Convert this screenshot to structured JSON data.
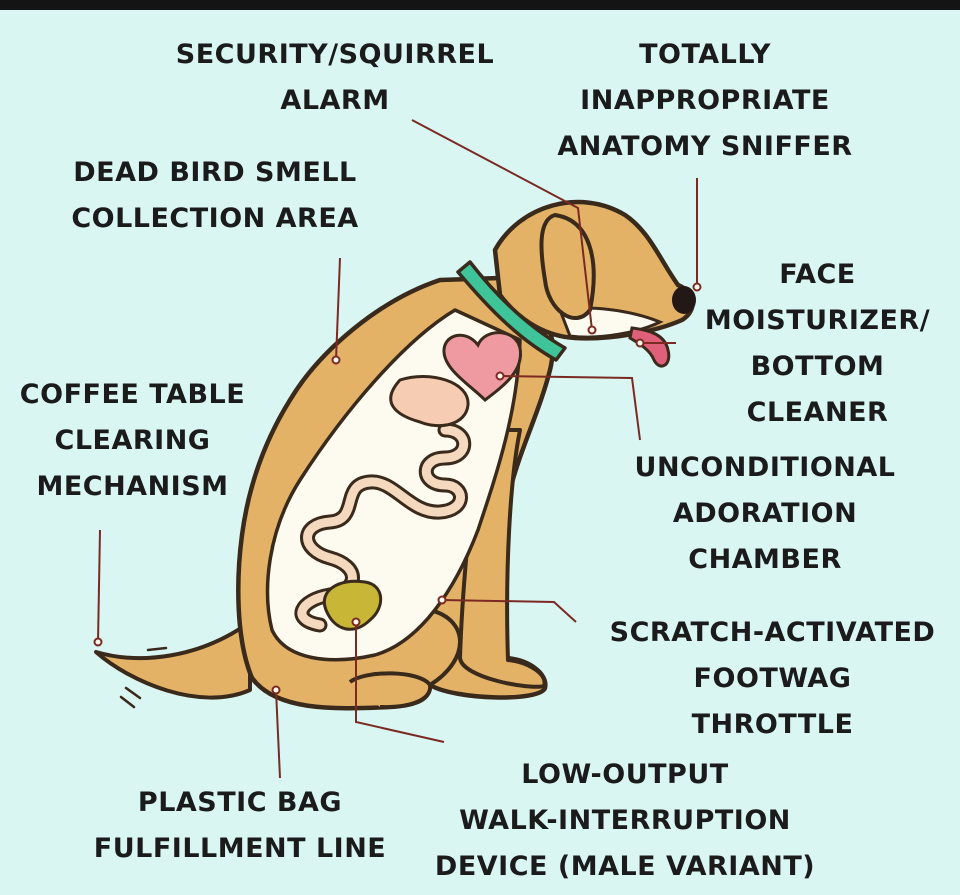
{
  "colors": {
    "background": "#d9f6f3",
    "top_bar": "#141414",
    "fur": "#e3b267",
    "outline": "#3a2a1c",
    "belly": "#fdfaf0",
    "collar": "#3fc49a",
    "heart": "#ef9aa0",
    "stomach": "#f6cdb3",
    "bladder": "#c8b637",
    "tongue": "#e0607a",
    "nose": "#231815",
    "leader": "#7a2a22"
  },
  "labels": {
    "security": [
      "SECURITY/SQUIRREL",
      "ALARM"
    ],
    "sniffer": [
      "TOTALLY",
      "INAPPROPRIATE",
      "ANATOMY SNIFFER"
    ],
    "dead_bird": [
      "DEAD BIRD SMELL",
      "COLLECTION AREA"
    ],
    "face": [
      "FACE",
      "MOISTURIZER/",
      "BOTTOM",
      "CLEANER"
    ],
    "coffee": [
      "COFFEE TABLE",
      "CLEARING",
      "MECHANISM"
    ],
    "adoration": [
      "UNCONDITIONAL",
      "ADORATION",
      "CHAMBER"
    ],
    "footwag": [
      "SCRATCH-ACTIVATED",
      "FOOTWAG",
      "THROTTLE"
    ],
    "low_output": [
      "LOW-OUTPUT",
      "WALK-INTERRUPTION",
      "DEVICE (MALE VARIANT)"
    ],
    "plastic_bag": [
      "PLASTIC BAG",
      "FULFILLMENT LINE"
    ]
  }
}
